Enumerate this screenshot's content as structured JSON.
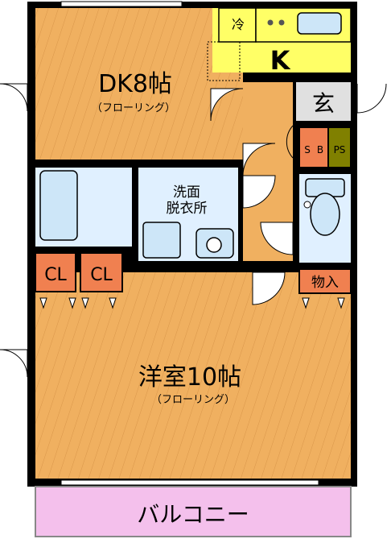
{
  "rooms": {
    "dk": {
      "name": "DK8帖",
      "sub": "（フローリング）"
    },
    "kitchen": {
      "name": "K"
    },
    "fridge": {
      "name": "冷"
    },
    "entrance": {
      "name": "玄"
    },
    "s": {
      "name": "S"
    },
    "b": {
      "name": "B"
    },
    "ps": {
      "name": "PS"
    },
    "washroom": {
      "line1": "洗面",
      "line2": "脱衣所"
    },
    "cl1": {
      "name": "CL"
    },
    "cl2": {
      "name": "CL"
    },
    "storage": {
      "name": "物入"
    },
    "western": {
      "name": "洋室10帖",
      "sub": "（フローリング）"
    },
    "balcony": {
      "name": "バルコニー"
    }
  },
  "colors": {
    "floor": "#F0B060",
    "kitchen": "#FFFF66",
    "wet": "#E0F0FF",
    "entrance": "#E0E0E0",
    "closet": "#F08050",
    "ps": "#808000",
    "balcony": "#F4C0EC",
    "wall": "#000000"
  }
}
